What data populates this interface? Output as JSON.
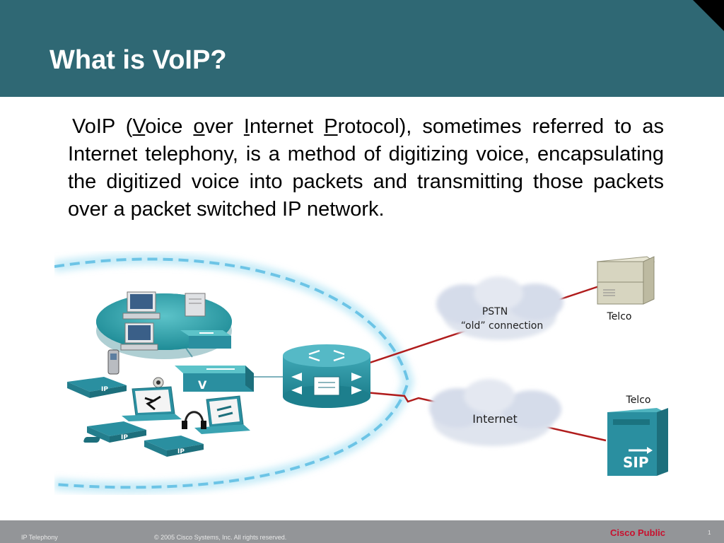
{
  "slide": {
    "title": "What is VoIP?",
    "body": {
      "t1": "VoIP (",
      "u1": "V",
      "t2": "oice ",
      "u2": "o",
      "t3": "ver ",
      "u3": "I",
      "t4": "nternet ",
      "u4": "P",
      "t5": "rotocol), sometimes referred to as Internet telephony, is a method of digitizing voice, encapsulating the digitized voice into packets and transmitting those packets over a packet switched IP network."
    }
  },
  "diagram": {
    "pstn_label_1": "PSTN",
    "pstn_label_2": "“old” connection",
    "internet_label": "Internet",
    "telco_top_label": "Telco",
    "telco_bottom_label": "Telco",
    "sip_label": "SIP",
    "ip_phone_label": "IP",
    "switch_label": "V",
    "colors": {
      "header": "#2f6874",
      "teal_device": "#2a8fa0",
      "glow": "#8fd8f0",
      "red_link": "#b01c1c",
      "cloud": "#dfe4ee"
    }
  },
  "footer": {
    "left": "IP Telephony",
    "copyright": "© 2005 Cisco Systems, Inc. All rights reserved.",
    "classification": "Cisco Public",
    "page": "1"
  }
}
